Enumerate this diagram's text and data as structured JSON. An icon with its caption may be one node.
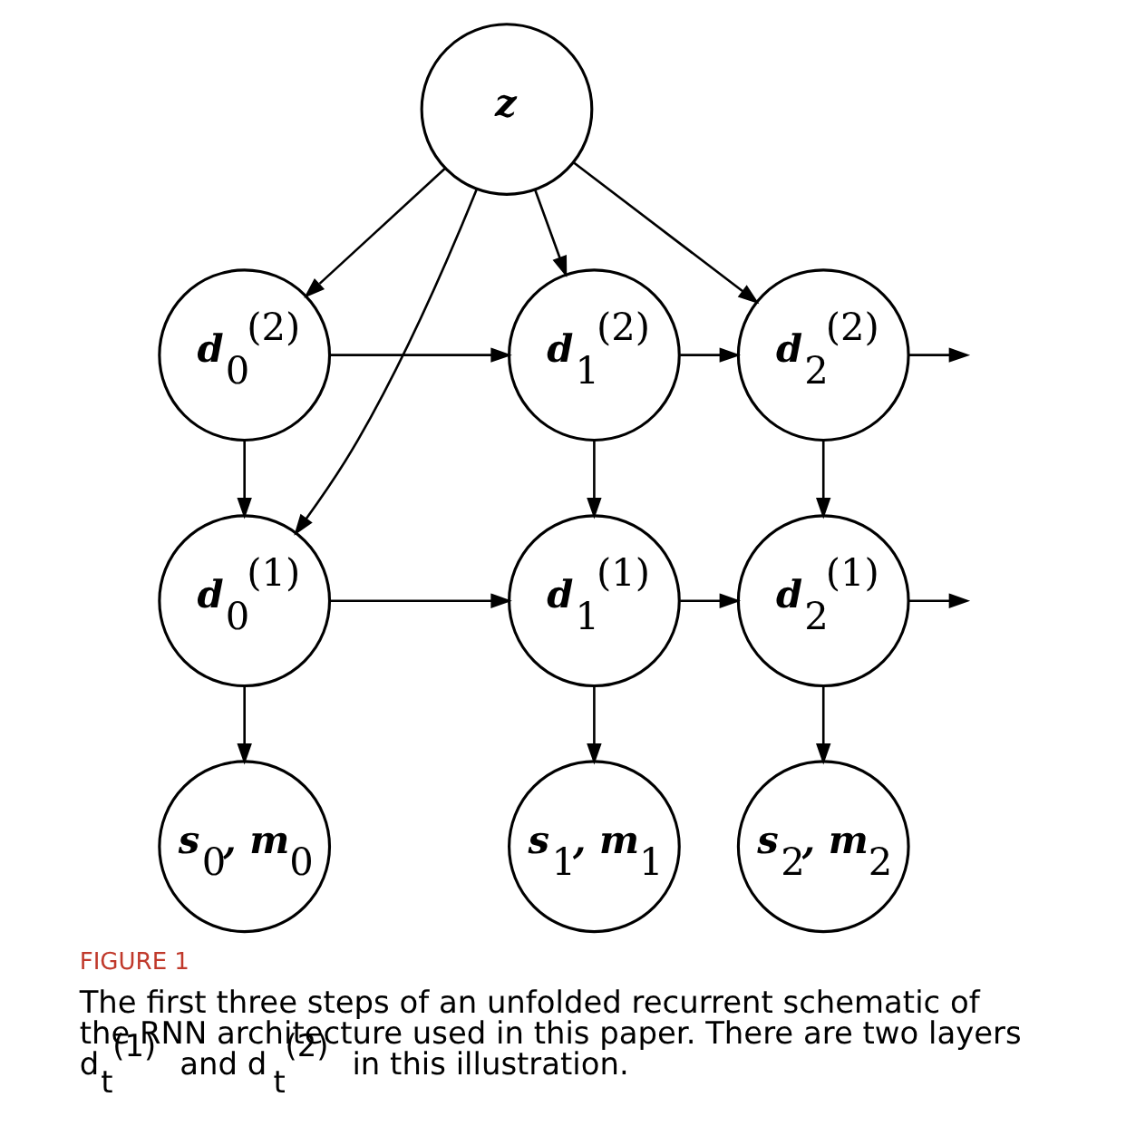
{
  "diagram": {
    "title": "FIGURE 1",
    "caption": "The first three steps of an unfolded recurrent schematic of the RNN architecture used in this paper. There are two layers d$_{t}$$^{(1)}$ and d$_{t}$$^{(2)}$ in this illustration.",
    "nodes": [
      {
        "text": [
          "z"
        ]
      },
      {
        "text": [
          "d$_{0}$$^{(2)}$"
        ]
      },
      {
        "text": [
          "d$_{1}$$^{(2)}$"
        ]
      },
      {
        "text": [
          "d$_{2}$$^{(2)}$"
        ]
      },
      {
        "text": [
          "d$_{0}$$^{(1)}$"
        ]
      },
      {
        "text": [
          "d$_{1}$$^{(1)}$"
        ]
      },
      {
        "text": [
          "d$_{2}$$^{(1)}$"
        ]
      },
      {
        "text": [
          "s$_{0}$, m$_{0}$"
        ]
      },
      {
        "text": [
          "s$_{1}$, m$_{1}$"
        ]
      },
      {
        "text": [
          "s$_{2}$, m$_{2}$"
        ]
      }
    ],
    "edges": [
      {
        "from": 0,
        "to": 1,
        "arrow": "to"
      },
      {
        "from": 0,
        "to": 2,
        "arrow": "to"
      },
      {
        "from": 0,
        "to": 3,
        "arrow": "to"
      },
      {
        "from": 0,
        "to": 4,
        "arrow": "to"
      },
      {
        "from": 1,
        "to": 2,
        "arrow": "to"
      },
      {
        "from": 2,
        "to": 3,
        "arrow": "to"
      },
      {
        "from": 3,
        "to": null,
        "arrow": "to"
      },
      {
        "from": 1,
        "to": 4,
        "arrow": "to"
      },
      {
        "from": 2,
        "to": 5,
        "arrow": "to"
      },
      {
        "from": 3,
        "to": 6,
        "arrow": "to"
      },
      {
        "from": 4,
        "to": 5,
        "arrow": "to"
      },
      {
        "from": 5,
        "to": 6,
        "arrow": "to"
      },
      {
        "from": 6,
        "to": null,
        "arrow": "to"
      },
      {
        "from": 4,
        "to": 7,
        "arrow": "to"
      },
      {
        "from": 5,
        "to": 8,
        "arrow": "to"
      },
      {
        "from": 6,
        "to": 9,
        "arrow": "to"
      }
    ]
  }
}
